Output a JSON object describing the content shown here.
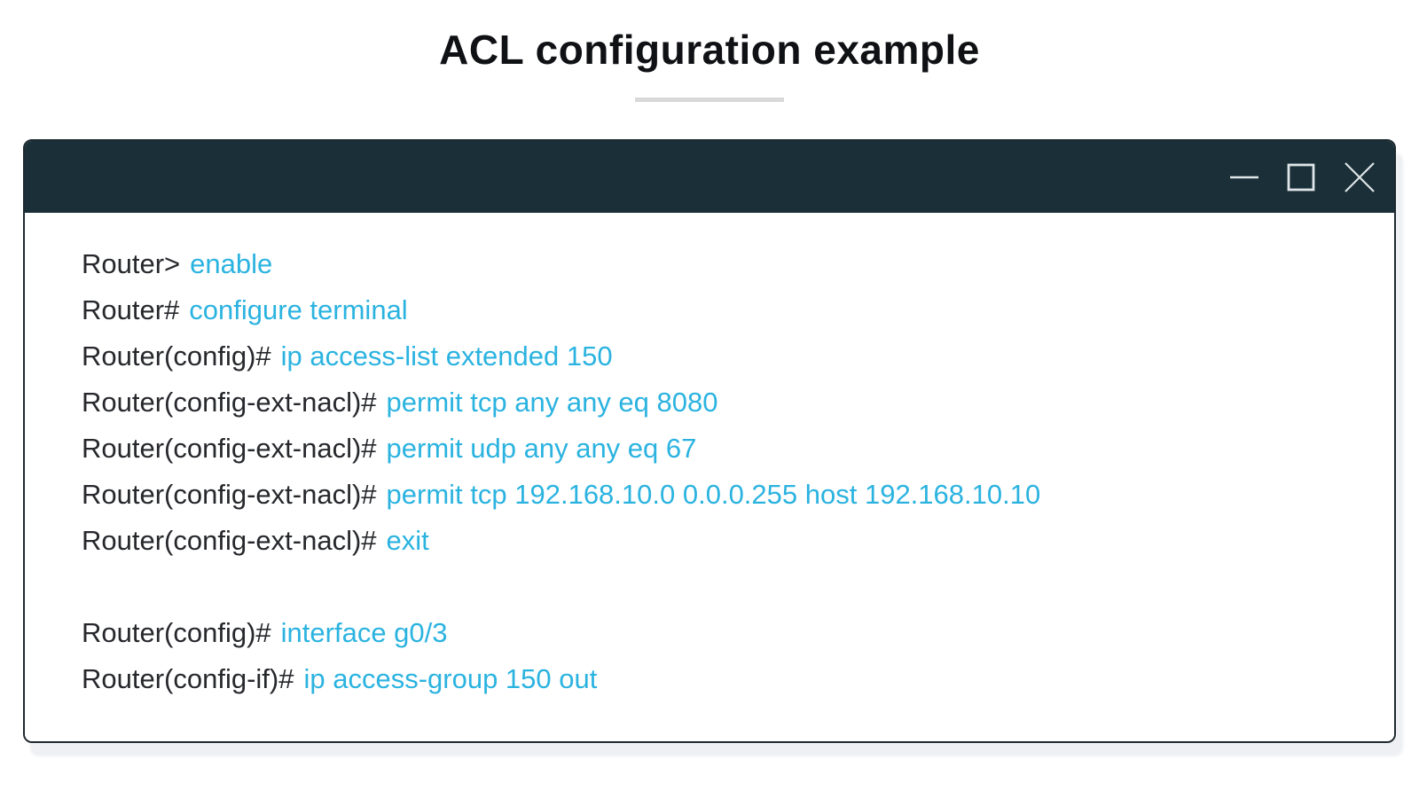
{
  "page": {
    "title": "ACL configuration example"
  },
  "colors": {
    "titlebar_background": "#1a2f37",
    "command_accent": "#2bb3e0",
    "prompt_text": "#26282c",
    "divider": "#d9d9d9",
    "window_border": "#1d2930"
  },
  "window": {
    "controls": [
      {
        "icon": "minimize-icon"
      },
      {
        "icon": "maximize-icon"
      },
      {
        "icon": "close-icon"
      }
    ]
  },
  "terminal": {
    "lines": [
      {
        "prompt": "Router>",
        "command": "enable"
      },
      {
        "prompt": "Router#",
        "command": "configure terminal"
      },
      {
        "prompt": "Router(config)#",
        "command": "ip access-list extended 150"
      },
      {
        "prompt": "Router(config-ext-nacl)#",
        "command": "permit tcp any any eq 8080"
      },
      {
        "prompt": "Router(config-ext-nacl)#",
        "command": "permit udp any any eq 67"
      },
      {
        "prompt": "Router(config-ext-nacl)#",
        "command": "permit tcp 192.168.10.0 0.0.0.255 host 192.168.10.10"
      },
      {
        "prompt": "Router(config-ext-nacl)#",
        "command": "exit"
      },
      {
        "prompt": "Router(config)#",
        "command": "interface g0/3"
      },
      {
        "prompt": "Router(config-if)#",
        "command": "ip access-group 150 out"
      }
    ]
  }
}
